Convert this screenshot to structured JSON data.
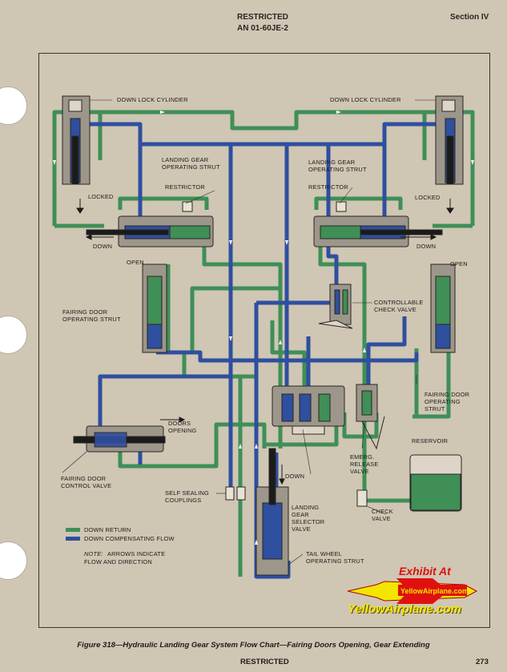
{
  "header": {
    "classification": "RESTRICTED",
    "document": "AN 01-60JE-2",
    "section": "Section IV"
  },
  "labels": {
    "down_lock_cylinder": "DOWN LOCK CYLINDER",
    "landing_gear": "LANDING GEAR",
    "operating_strut": "OPERATING STRUT",
    "restrictor": "RESTRICTOR",
    "locked": "LOCKED",
    "down": "DOWN",
    "open": "OPEN",
    "fairing_door": "FAIRING DOOR",
    "operating": "OPERATING",
    "strut": "STRUT",
    "controllable": "CONTROLLABLE",
    "check_valve_word": "CHECK VALVE",
    "doors": "DOORS",
    "opening": "OPENING",
    "reservoir": "RESERVOIR",
    "emerg": "EMERG.",
    "release": "RELEASE",
    "valve": "VALVE",
    "control_valve": "CONTROL VALVE",
    "self_sealing": "SELF SEALING",
    "couplings": "COUPLINGS",
    "landing": "LANDING",
    "gear": "GEAR",
    "selector": "SELECTOR",
    "check": "CHECK",
    "tail_wheel": "TAIL WHEEL"
  },
  "legend": {
    "down_return": "DOWN RETURN",
    "down_compensating": "DOWN COMPENSATING FLOW",
    "note_label": "NOTE:",
    "note_line1": "ARROWS INDICATE",
    "note_line2": "FLOW AND DIRECTION",
    "colors": {
      "down_return": "#3f8f56",
      "down_compensating": "#2f4f9f"
    }
  },
  "watermark": {
    "line1": "Exhibit At",
    "logo_text": "YellowAirplane.com",
    "line2": "YellowAirplane.com"
  },
  "footer": {
    "caption": "Figure 318—Hydraulic Landing Gear System Flow Chart—Fairing Doors Opening, Gear Extending",
    "classification": "RESTRICTED",
    "page_number": "273"
  }
}
